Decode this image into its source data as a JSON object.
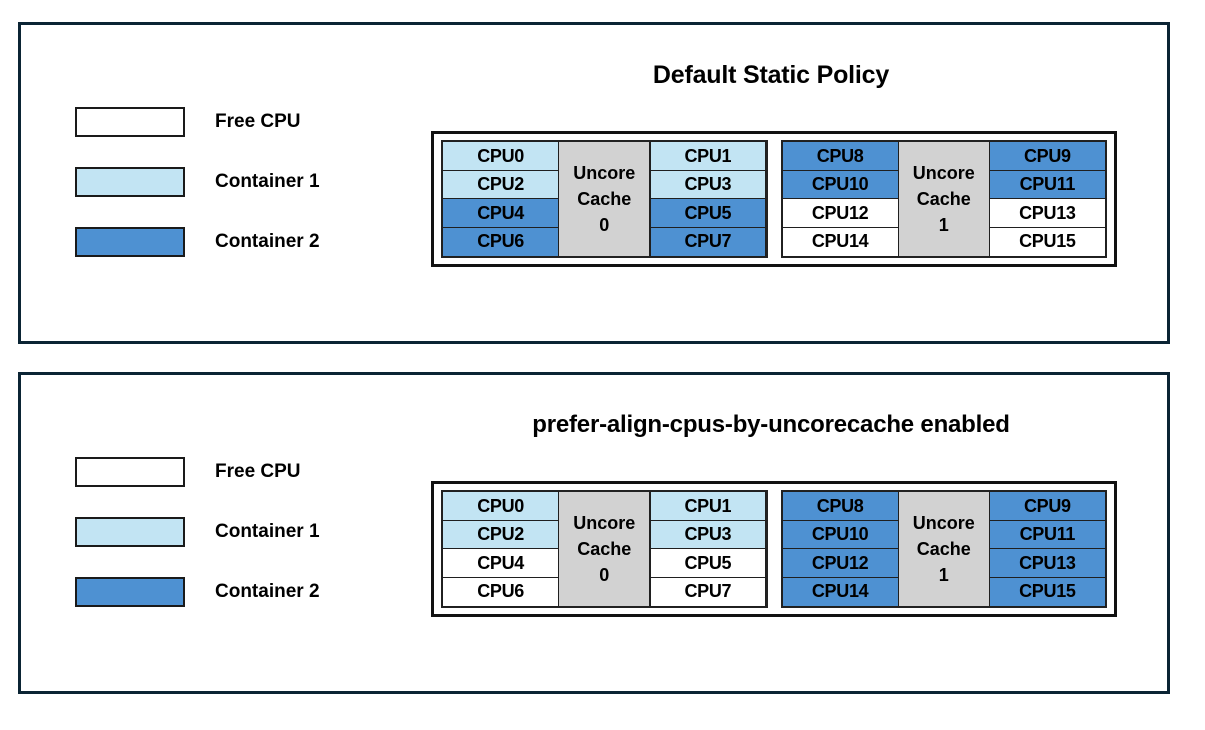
{
  "colors": {
    "panel_border": "#0b2434",
    "free_cpu": "#ffffff",
    "container_1": "#c2e4f3",
    "container_2": "#4e91d2",
    "uncore_cache": "#d2d2d2",
    "cell_border": "#1f1f1f",
    "text": "#000000"
  },
  "legend": {
    "items": [
      {
        "label": "Free CPU",
        "fill": "free"
      },
      {
        "label": "Container 1",
        "fill": "c1"
      },
      {
        "label": "Container 2",
        "fill": "c2"
      }
    ]
  },
  "panels": [
    {
      "title": "Default Static Policy",
      "groups": [
        {
          "cache_label_line1": "Uncore",
          "cache_label_line2": "Cache",
          "cache_label_line3": "0",
          "left_column": [
            {
              "label": "CPU0",
              "fill": "c1"
            },
            {
              "label": "CPU2",
              "fill": "c1"
            },
            {
              "label": "CPU4",
              "fill": "c2"
            },
            {
              "label": "CPU6",
              "fill": "c2"
            }
          ],
          "right_column": [
            {
              "label": "CPU1",
              "fill": "c1"
            },
            {
              "label": "CPU3",
              "fill": "c1"
            },
            {
              "label": "CPU5",
              "fill": "c2"
            },
            {
              "label": "CPU7",
              "fill": "c2"
            }
          ]
        },
        {
          "cache_label_line1": "Uncore",
          "cache_label_line2": "Cache",
          "cache_label_line3": "1",
          "left_column": [
            {
              "label": "CPU8",
              "fill": "c2"
            },
            {
              "label": "CPU10",
              "fill": "c2"
            },
            {
              "label": "CPU12",
              "fill": "free"
            },
            {
              "label": "CPU14",
              "fill": "free"
            }
          ],
          "right_column": [
            {
              "label": "CPU9",
              "fill": "c2"
            },
            {
              "label": "CPU11",
              "fill": "c2"
            },
            {
              "label": "CPU13",
              "fill": "free"
            },
            {
              "label": "CPU15",
              "fill": "free"
            }
          ]
        }
      ]
    },
    {
      "title": "prefer-align-cpus-by-uncorecache enabled",
      "groups": [
        {
          "cache_label_line1": "Uncore",
          "cache_label_line2": "Cache",
          "cache_label_line3": "0",
          "left_column": [
            {
              "label": "CPU0",
              "fill": "c1"
            },
            {
              "label": "CPU2",
              "fill": "c1"
            },
            {
              "label": "CPU4",
              "fill": "free"
            },
            {
              "label": "CPU6",
              "fill": "free"
            }
          ],
          "right_column": [
            {
              "label": "CPU1",
              "fill": "c1"
            },
            {
              "label": "CPU3",
              "fill": "c1"
            },
            {
              "label": "CPU5",
              "fill": "free"
            },
            {
              "label": "CPU7",
              "fill": "free"
            }
          ]
        },
        {
          "cache_label_line1": "Uncore",
          "cache_label_line2": "Cache",
          "cache_label_line3": "1",
          "left_column": [
            {
              "label": "CPU8",
              "fill": "c2"
            },
            {
              "label": "CPU10",
              "fill": "c2"
            },
            {
              "label": "CPU12",
              "fill": "c2"
            },
            {
              "label": "CPU14",
              "fill": "c2"
            }
          ],
          "right_column": [
            {
              "label": "CPU9",
              "fill": "c2"
            },
            {
              "label": "CPU11",
              "fill": "c2"
            },
            {
              "label": "CPU13",
              "fill": "c2"
            },
            {
              "label": "CPU15",
              "fill": "c2"
            }
          ]
        }
      ]
    }
  ]
}
